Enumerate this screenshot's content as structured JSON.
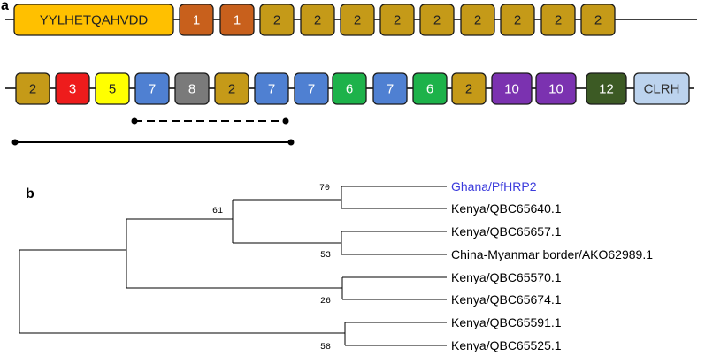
{
  "panel_labels": {
    "a": "a",
    "b": "b"
  },
  "colors": {
    "1": "#c8601c",
    "2": "#c59a18",
    "3": "#ee1c1c",
    "5": "#ffff00",
    "6": "#1db24a",
    "7": "#4f80d2",
    "8": "#7a7a7a",
    "10": "#7b32b0",
    "12": "#3c5a24",
    "motif": "#ffc000",
    "clrh": "#bcd3ee",
    "highlight": "#3b3bdc"
  },
  "row1": [
    {
      "label": "YYLHETQAHVDD",
      "type": "motif"
    },
    {
      "label": "1",
      "type": "1"
    },
    {
      "label": "1",
      "type": "1"
    },
    {
      "label": "2",
      "type": "2"
    },
    {
      "label": "2",
      "type": "2"
    },
    {
      "label": "2",
      "type": "2"
    },
    {
      "label": "2",
      "type": "2"
    },
    {
      "label": "2",
      "type": "2"
    },
    {
      "label": "2",
      "type": "2"
    },
    {
      "label": "2",
      "type": "2"
    },
    {
      "label": "2",
      "type": "2"
    },
    {
      "label": "2",
      "type": "2"
    }
  ],
  "row2": [
    {
      "label": "2",
      "type": "2"
    },
    {
      "label": "3",
      "type": "3"
    },
    {
      "label": "5",
      "type": "5"
    },
    {
      "label": "7",
      "type": "7"
    },
    {
      "label": "8",
      "type": "8"
    },
    {
      "label": "2",
      "type": "2"
    },
    {
      "label": "7",
      "type": "7"
    },
    {
      "label": "7",
      "type": "7"
    },
    {
      "label": "6",
      "type": "6"
    },
    {
      "label": "7",
      "type": "7"
    },
    {
      "label": "6",
      "type": "6"
    },
    {
      "label": "2",
      "type": "2"
    },
    {
      "label": "10",
      "type": "10"
    },
    {
      "label": "10",
      "type": "10"
    },
    {
      "label": "12",
      "type": "12"
    },
    {
      "label": "CLRH",
      "type": "clrh"
    }
  ],
  "tree": {
    "leaves": [
      {
        "name": "Ghana/PfHRP2",
        "highlight": true
      },
      {
        "name": "Kenya/QBC65640.1",
        "highlight": false
      },
      {
        "name": "Kenya/QBC65657.1",
        "highlight": false
      },
      {
        "name": "China-Myanmar border/AKO62989.1",
        "highlight": false
      },
      {
        "name": "Kenya/QBC65570.1",
        "highlight": false
      },
      {
        "name": "Kenya/QBC65674.1",
        "highlight": false
      },
      {
        "name": "Kenya/QBC65591.1",
        "highlight": false
      },
      {
        "name": "Kenya/QBC65525.1",
        "highlight": false
      }
    ],
    "bootstrap": [
      "70",
      "61",
      "53",
      "26",
      "58"
    ]
  }
}
